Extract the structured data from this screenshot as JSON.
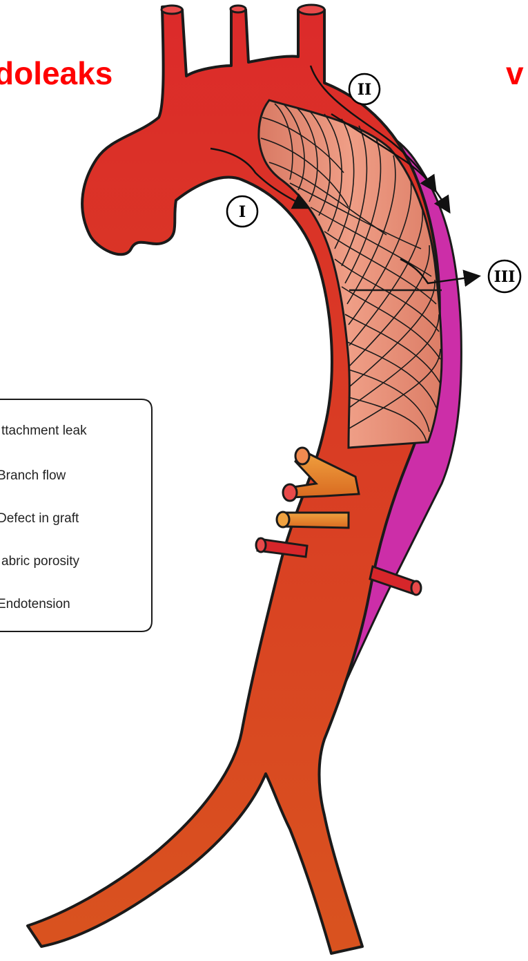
{
  "title_fragments": {
    "left": "doleaks",
    "right": "v"
  },
  "markers": {
    "type_1": "I",
    "type_2": "II",
    "type_3": "III"
  },
  "legend": {
    "items": [
      "ttachment leak",
      "Branch flow",
      "Defect in graft",
      "abric porosity",
      "Endotension"
    ]
  },
  "colors": {
    "title": "#ff0000",
    "aorta_red": "#d6262a",
    "aorta_orange": "#d9501f",
    "aneurysm_sac": "#cc2ea8",
    "stent_graft": "#e8937a",
    "branch_orange": "#e58a2e",
    "outline": "#1a1a1a"
  }
}
